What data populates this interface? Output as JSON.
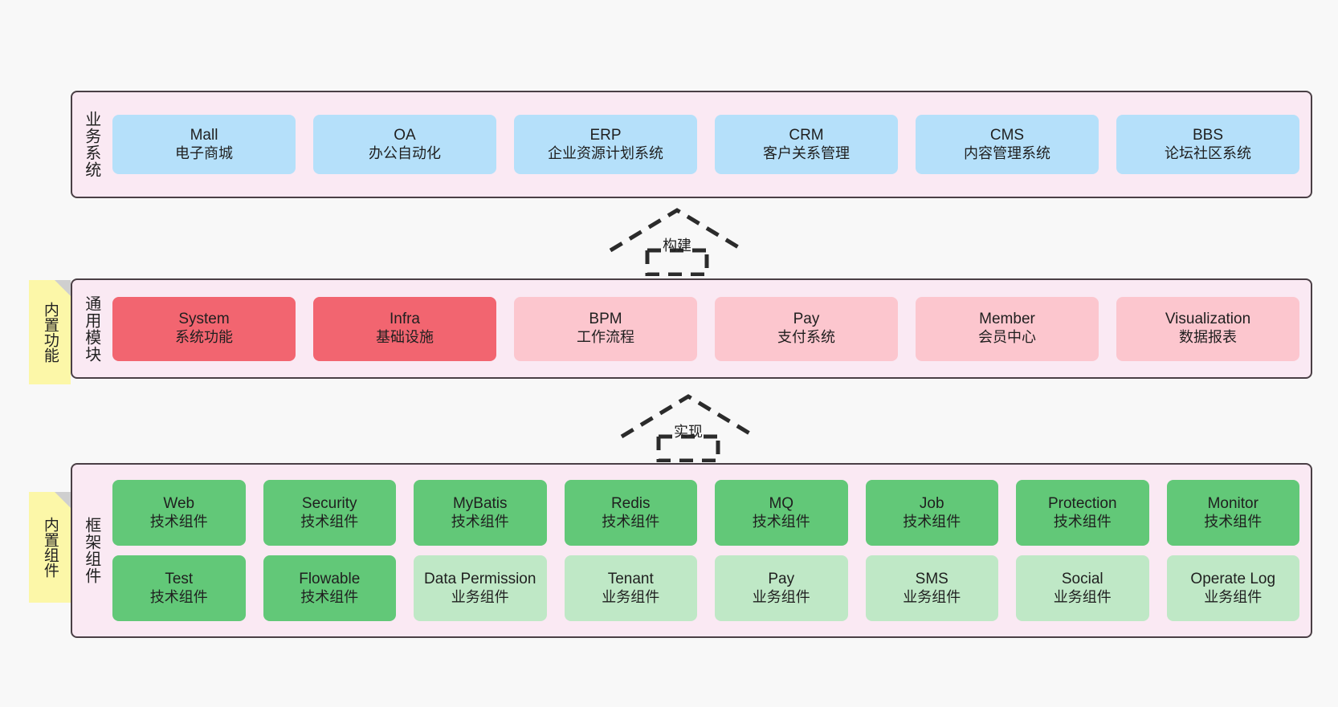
{
  "diagram": {
    "title": "",
    "colors": {
      "canvas_bg": "#f8f8f8",
      "layer_bg": "#fae9f3",
      "layer_border": "#4a3f45",
      "business_card": "#b5e0fa",
      "module_active": "#f26570",
      "module_planned": "#fcc6ce",
      "tech_component": "#62c878",
      "biz_component": "#bfe8c6",
      "tag_bg": "#fcf7a8",
      "tag_fold": "#cfcfcf"
    }
  },
  "tags": [
    {
      "id": "builtin-function",
      "label": "内置功能"
    },
    {
      "id": "builtin-component",
      "label": "内置组件"
    }
  ],
  "arrows": [
    {
      "id": "build",
      "label": "构建",
      "style": "dashed-hollow-up"
    },
    {
      "id": "implement",
      "label": "实现",
      "style": "dashed-hollow-up"
    }
  ],
  "layers": [
    {
      "id": "business-systems",
      "title": "业务系统",
      "rows": [
        [
          {
            "name": "Mall",
            "desc": "电子商城",
            "color": "blue"
          },
          {
            "name": "OA",
            "desc": "办公自动化",
            "color": "blue"
          },
          {
            "name": "ERP",
            "desc": "企业资源计划系统",
            "color": "blue"
          },
          {
            "name": "CRM",
            "desc": "客户关系管理",
            "color": "blue"
          },
          {
            "name": "CMS",
            "desc": "内容管理系统",
            "color": "blue"
          },
          {
            "name": "BBS",
            "desc": "论坛社区系统",
            "color": "blue"
          }
        ]
      ]
    },
    {
      "id": "common-modules",
      "title": "通用模块",
      "rows": [
        [
          {
            "name": "System",
            "desc": "系统功能",
            "color": "red"
          },
          {
            "name": "Infra",
            "desc": "基础设施",
            "color": "red"
          },
          {
            "name": "BPM",
            "desc": "工作流程",
            "color": "pink"
          },
          {
            "name": "Pay",
            "desc": "支付系统",
            "color": "pink"
          },
          {
            "name": "Member",
            "desc": "会员中心",
            "color": "pink"
          },
          {
            "name": "Visualization",
            "desc": "数据报表",
            "color": "pink"
          }
        ]
      ]
    },
    {
      "id": "framework-components",
      "title": "框架组件",
      "rows": [
        [
          {
            "name": "Web",
            "desc": "技术组件",
            "color": "green"
          },
          {
            "name": "Security",
            "desc": "技术组件",
            "color": "green"
          },
          {
            "name": "MyBatis",
            "desc": "技术组件",
            "color": "green"
          },
          {
            "name": "Redis",
            "desc": "技术组件",
            "color": "green"
          },
          {
            "name": "MQ",
            "desc": "技术组件",
            "color": "green"
          },
          {
            "name": "Job",
            "desc": "技术组件",
            "color": "green"
          },
          {
            "name": "Protection",
            "desc": "技术组件",
            "color": "green"
          },
          {
            "name": "Monitor",
            "desc": "技术组件",
            "color": "green"
          }
        ],
        [
          {
            "name": "Test",
            "desc": "技术组件",
            "color": "green"
          },
          {
            "name": "Flowable",
            "desc": "技术组件",
            "color": "green"
          },
          {
            "name": "Data Permission",
            "desc": "业务组件",
            "color": "lgreen"
          },
          {
            "name": "Tenant",
            "desc": "业务组件",
            "color": "lgreen"
          },
          {
            "name": "Pay",
            "desc": "业务组件",
            "color": "lgreen"
          },
          {
            "name": "SMS",
            "desc": "业务组件",
            "color": "lgreen"
          },
          {
            "name": "Social",
            "desc": "业务组件",
            "color": "lgreen"
          },
          {
            "name": "Operate Log",
            "desc": "业务组件",
            "color": "lgreen"
          }
        ]
      ]
    }
  ]
}
